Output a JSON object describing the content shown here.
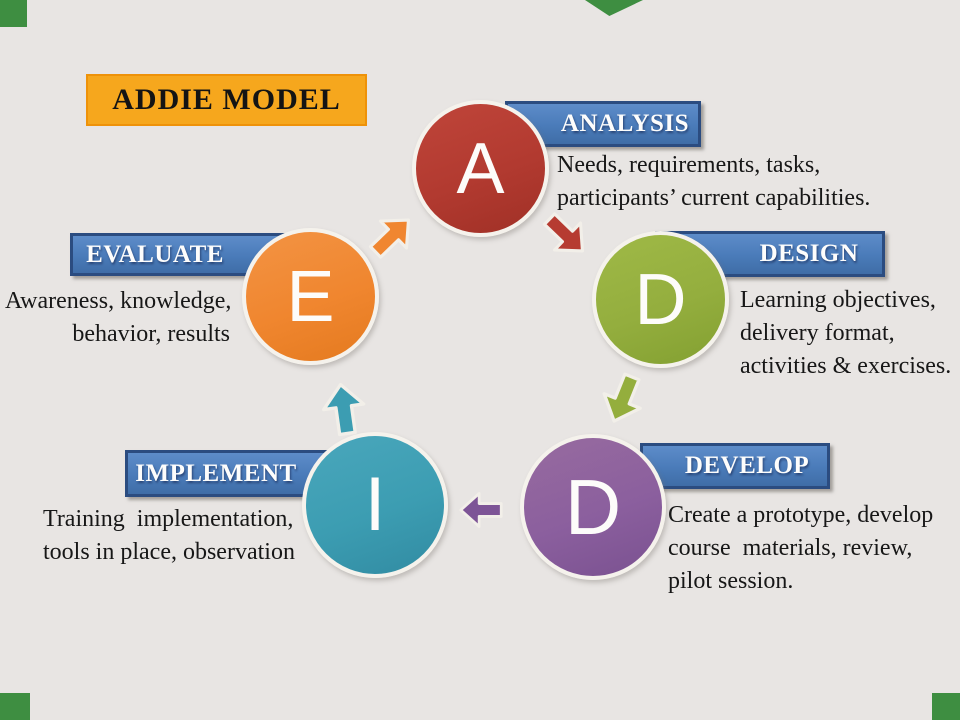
{
  "title": {
    "label": "ADDIE MODEL"
  },
  "background_color": "#e8e5e3",
  "corner_accent_color": "#3e8e41",
  "banner_color": "#4a7bb9",
  "banner_border_color": "#2b4c80",
  "title_box_color": "#f6a71d",
  "stages": [
    {
      "key": "analysis",
      "letter": "A",
      "label": "ANALYSIS",
      "color": "#b23a30",
      "desc": [
        "Needs, requirements, tasks,",
        "participants’ current capabilities."
      ]
    },
    {
      "key": "design",
      "letter": "D",
      "label": "DESIGN",
      "color": "#94ae3e",
      "desc": [
        "Learning objectives,",
        "delivery format,",
        "activities & exercises."
      ]
    },
    {
      "key": "develop",
      "letter": "D",
      "label": "DEVELOP",
      "color": "#8b5f9e",
      "desc": [
        "Create a prototype, develop",
        "course  materials, review,",
        "pilot session."
      ]
    },
    {
      "key": "implement",
      "letter": "I",
      "label": "IMPLEMENT",
      "color": "#3c9db2",
      "desc": [
        "Training  implementation,",
        "tools in place, observation"
      ]
    },
    {
      "key": "evaluate",
      "letter": "E",
      "label": "EVALUATE",
      "color": "#f0862f",
      "desc": [
        "Awareness, knowledge,",
        "behavior, results"
      ]
    }
  ],
  "arrows": [
    {
      "name": "evaluate-to-analysis",
      "color": "#f08630",
      "direction": "up-right"
    },
    {
      "name": "analysis-to-design",
      "color": "#b63b31",
      "direction": "down-right"
    },
    {
      "name": "design-to-develop",
      "color": "#94ae3d",
      "direction": "down-left"
    },
    {
      "name": "develop-to-implement",
      "color": "#7d5496",
      "direction": "left"
    },
    {
      "name": "implement-to-evaluate",
      "color": "#3c9db2",
      "direction": "up"
    }
  ]
}
